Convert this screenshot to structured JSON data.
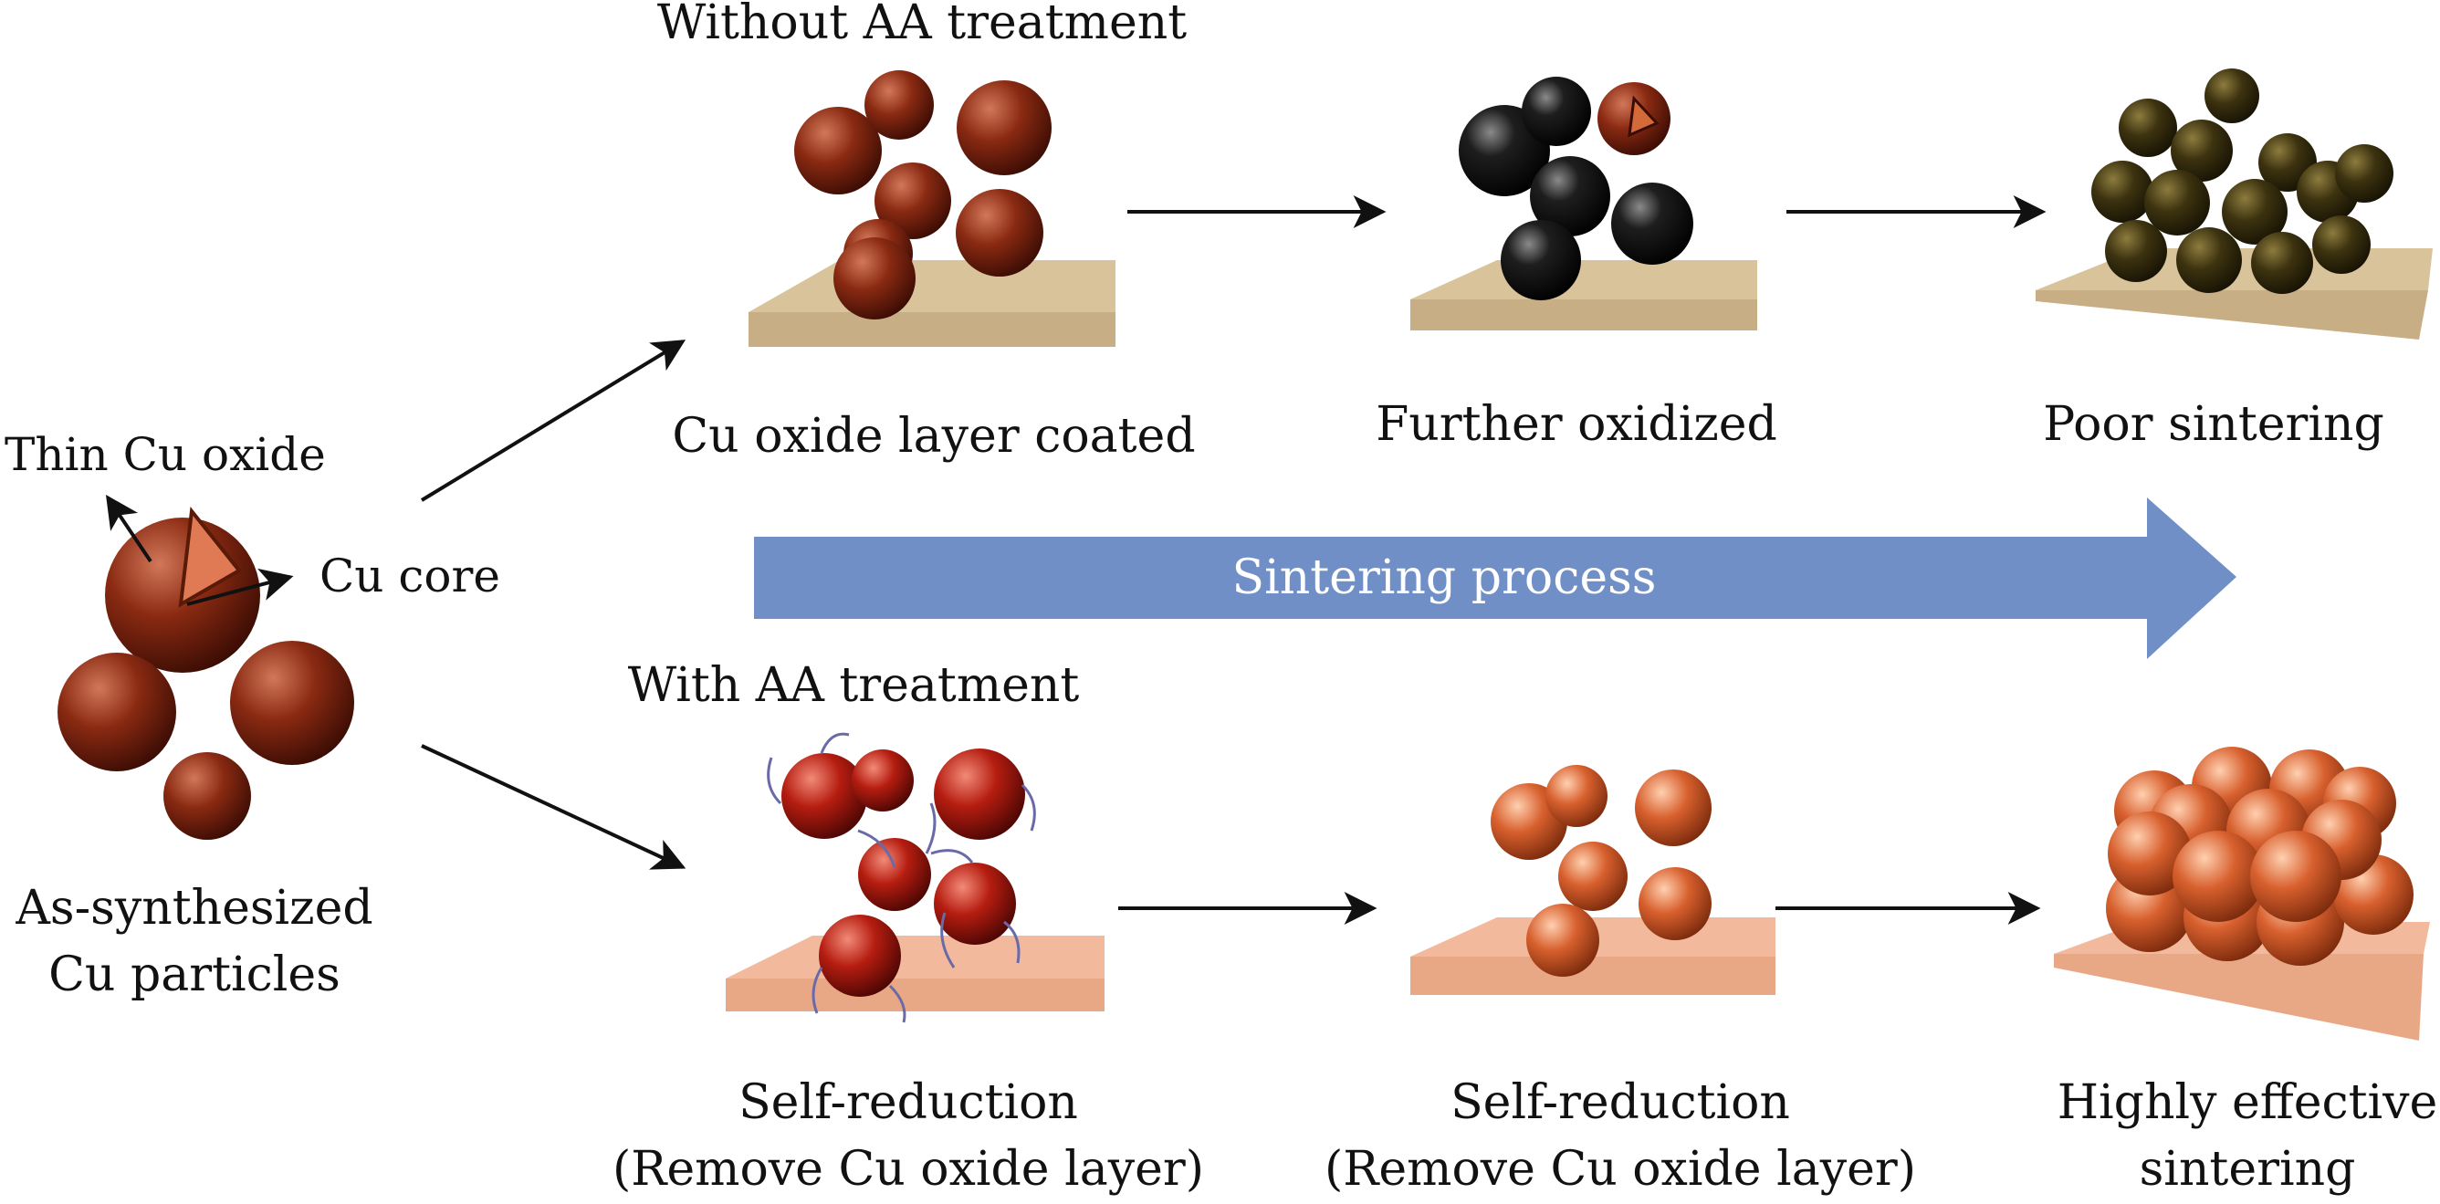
{
  "top_branch": {
    "heading": "Without AA treatment",
    "step1_label": "Cu oxide layer coated",
    "step2_label": "Further oxidized",
    "step3_label": "Poor sintering"
  },
  "bottom_branch": {
    "heading": "With AA treatment",
    "step1_label_line1": "Self-reduction",
    "step1_label_line2": "(Remove Cu oxide layer)",
    "step2_label_line1": "Self-reduction",
    "step2_label_line2": "(Remove Cu oxide layer)",
    "step3_label_line1": "Highly effective",
    "step3_label_line2": "sintering"
  },
  "start": {
    "shell_label": "Thin Cu oxide",
    "core_label": "Cu core",
    "caption_line1": "As-synthesized",
    "caption_line2": "Cu particles"
  },
  "process_arrow": {
    "label": "Sintering process",
    "color": "#6f8fc6"
  },
  "colors": {
    "cu_oxide": "#8a2a12",
    "cu_core": "#c8553a",
    "black_oxide": "#1a1a1a",
    "dark_oxide": "#3d3310",
    "reduced_cu": "#d8602e",
    "aa_coated": "#b51d10",
    "substrate_tan": "#d9c39b",
    "substrate_pink": "#f2b99c"
  }
}
